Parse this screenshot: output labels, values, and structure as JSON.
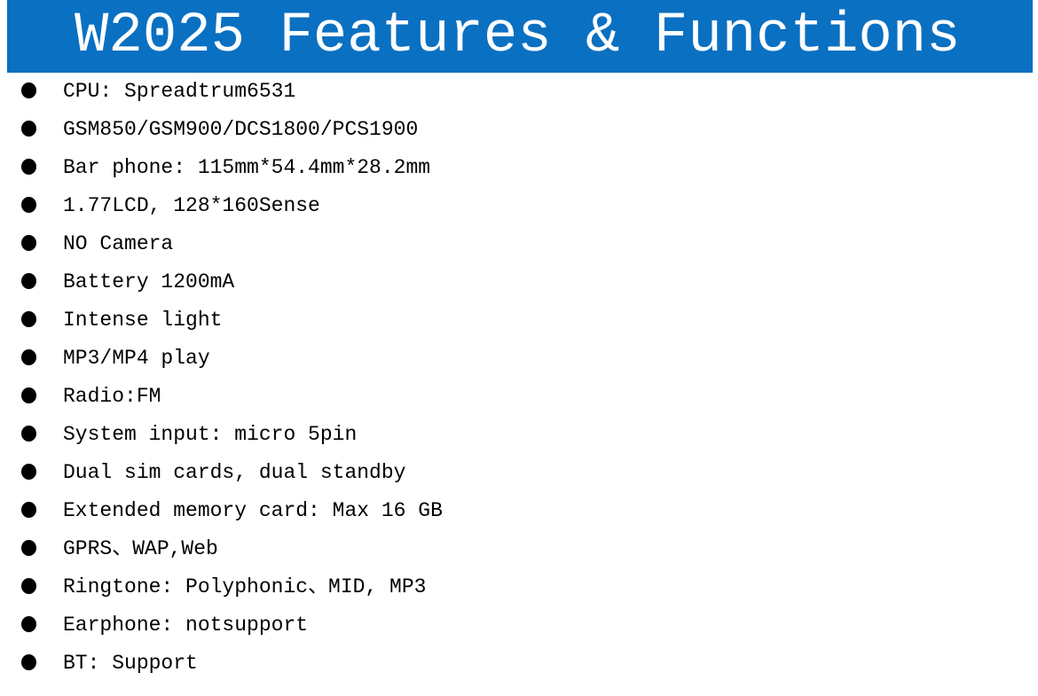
{
  "header": {
    "title": "W2025 Features & Functions",
    "background_color": "#0a70c2",
    "text_color": "#ffffff"
  },
  "features": [
    "CPU: Spreadtrum6531",
    "GSM850/GSM900/DCS1800/PCS1900",
    "Bar phone: 115mm*54.4mm*28.2mm",
    "1.77LCD, 128*160Sense",
    "NO Camera",
    "Battery 1200mA",
    "Intense light",
    "MP3/MP4 play",
    "Radio:FM",
    "System input: micro 5pin",
    "Dual sim cards, dual standby",
    "Extended memory card: Max 16 GB",
    "GPRS、WAP,Web",
    "Ringtone: Polyphonic、MID, MP3",
    "Earphone: notsupport",
    "BT: Support"
  ],
  "bullet_icon": "filled-circle",
  "bullet_color": "#000000"
}
